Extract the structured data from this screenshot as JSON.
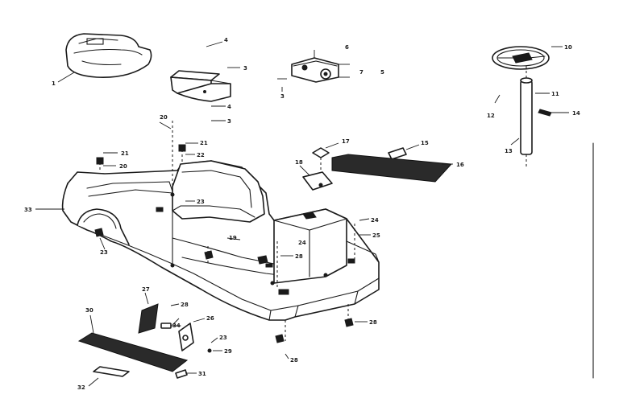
{
  "callouts": [
    {
      "id": "c1",
      "text": "1"
    },
    {
      "id": "c3a",
      "text": "3"
    },
    {
      "id": "c3b",
      "text": "3"
    },
    {
      "id": "c3c",
      "text": "3"
    },
    {
      "id": "c4a",
      "text": "4"
    },
    {
      "id": "c4b",
      "text": "4"
    },
    {
      "id": "c5",
      "text": "5"
    },
    {
      "id": "c6",
      "text": "6"
    },
    {
      "id": "c7",
      "text": "7"
    },
    {
      "id": "c10",
      "text": "10"
    },
    {
      "id": "c11",
      "text": "11"
    },
    {
      "id": "c12",
      "text": "12"
    },
    {
      "id": "c13",
      "text": "13"
    },
    {
      "id": "c14",
      "text": "14"
    },
    {
      "id": "c15",
      "text": "15"
    },
    {
      "id": "c16",
      "text": "16"
    },
    {
      "id": "c17",
      "text": "17"
    },
    {
      "id": "c18",
      "text": "18"
    },
    {
      "id": "c19",
      "text": "19"
    },
    {
      "id": "c20a",
      "text": "20"
    },
    {
      "id": "c20b",
      "text": "20"
    },
    {
      "id": "c21a",
      "text": "21"
    },
    {
      "id": "c21b",
      "text": "21"
    },
    {
      "id": "c22",
      "text": "22"
    },
    {
      "id": "c23a",
      "text": "23"
    },
    {
      "id": "c23b",
      "text": "23"
    },
    {
      "id": "c23c",
      "text": "23"
    },
    {
      "id": "c24a",
      "text": "24"
    },
    {
      "id": "c24b",
      "text": "24"
    },
    {
      "id": "c25",
      "text": "25"
    },
    {
      "id": "c26",
      "text": "26"
    },
    {
      "id": "c27",
      "text": "27"
    },
    {
      "id": "c28a",
      "text": "28"
    },
    {
      "id": "c28b",
      "text": "28"
    },
    {
      "id": "c28c",
      "text": "28"
    },
    {
      "id": "c28d",
      "text": "28"
    },
    {
      "id": "c29",
      "text": "29"
    },
    {
      "id": "c30",
      "text": "30"
    },
    {
      "id": "c31",
      "text": "31"
    },
    {
      "id": "c32",
      "text": "32"
    },
    {
      "id": "c33",
      "text": "33"
    },
    {
      "id": "c34",
      "text": "34"
    }
  ]
}
